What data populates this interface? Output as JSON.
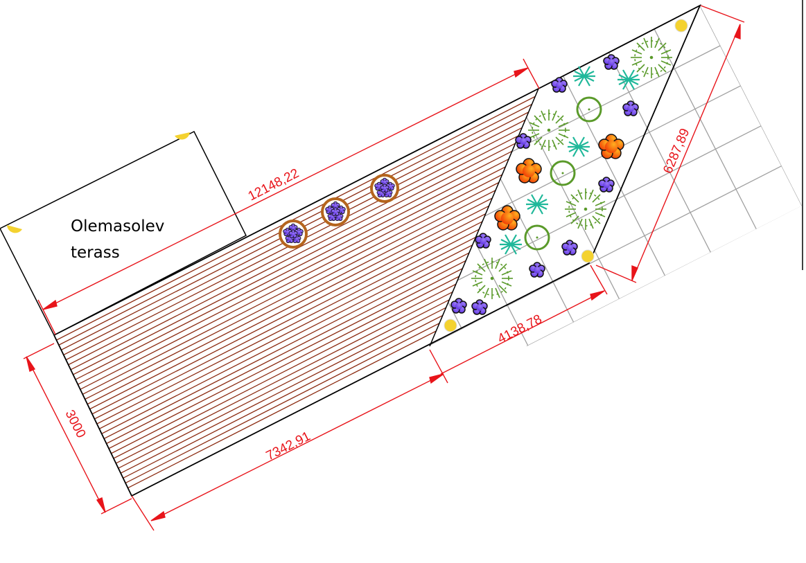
{
  "terrace_label": {
    "line1": "Olemasolev",
    "line2": "terass"
  },
  "dimensions": {
    "total_length": "12148,22",
    "deck_length": "7342,91",
    "deck_width": "3000",
    "bed_length": "4138,78",
    "bed_diagonal": "6287,89"
  },
  "colors": {
    "dimension": "#e8141a",
    "deck_board": "#8b2a10",
    "grid": "#a0a0a0",
    "light": "#f4d230",
    "purple_flower": "#6a3de8",
    "orange_flower": "#f25a0a",
    "teal_star": "#1fb89a",
    "green_shrub": "#5a9a2a"
  }
}
